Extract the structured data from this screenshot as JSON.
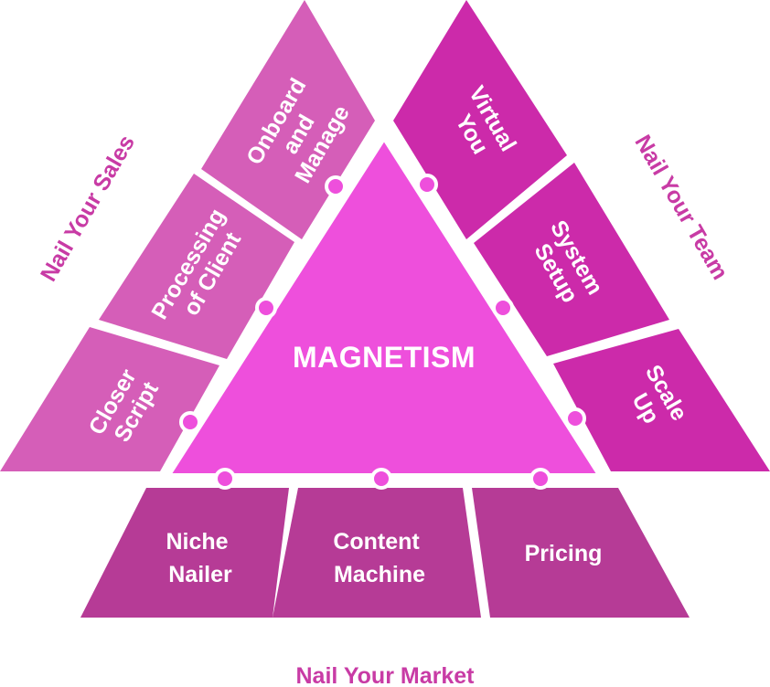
{
  "colors": {
    "center": "#ee4fdc",
    "sales": "#d55eb8",
    "team": "#cc2aaa",
    "market": "#b63b96",
    "side_text": "#c83ba5",
    "connector": "#ee4fdc",
    "gap": "#ffffff"
  },
  "center": {
    "label": "MAGNETISM"
  },
  "sections": {
    "sales": {
      "title": "Nail Your Sales",
      "segments": [
        {
          "lines": [
            "Onboard",
            "and",
            "Manage"
          ]
        },
        {
          "lines": [
            "Processing",
            "of Client"
          ]
        },
        {
          "lines": [
            "Closer",
            "Script"
          ]
        }
      ]
    },
    "team": {
      "title": "Nail Your Team",
      "segments": [
        {
          "lines": [
            "Virtual",
            "You"
          ]
        },
        {
          "lines": [
            "System",
            "Setup"
          ]
        },
        {
          "lines": [
            "Scale",
            "Up"
          ]
        }
      ]
    },
    "market": {
      "title": "Nail Your Market",
      "segments": [
        {
          "lines": [
            "Niche",
            "Nailer"
          ]
        },
        {
          "lines": [
            "Content",
            "Machine"
          ]
        },
        {
          "lines": [
            "Pricing"
          ]
        }
      ]
    }
  }
}
